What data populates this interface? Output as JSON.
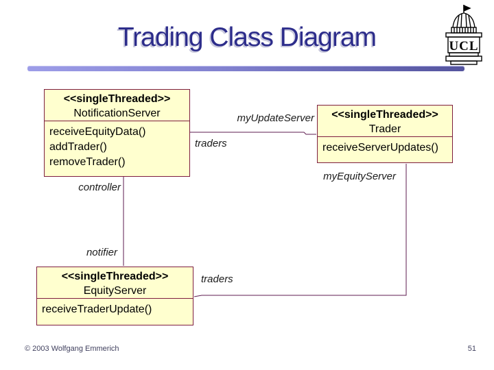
{
  "slide": {
    "title": "Trading Class Diagram",
    "logo_text": "UCL",
    "footer": {
      "copyright": "© 2003 Wolfgang Emmerich",
      "page_number": "51"
    }
  },
  "diagram": {
    "classes": [
      {
        "stereotype": "<<singleThreaded>>",
        "name": "NotificationServer",
        "operations": [
          "receiveEquityData()",
          "addTrader()",
          "removeTrader()"
        ]
      },
      {
        "stereotype": "<<singleThreaded>>",
        "name": "Trader",
        "operations": [
          "receiveServerUpdates()"
        ]
      },
      {
        "stereotype": "<<singleThreaded>>",
        "name": "EquityServer",
        "operations": [
          "receiveTraderUpdate()"
        ]
      }
    ],
    "labels": {
      "my_update_server": "myUpdateServer",
      "traders_top": "traders",
      "controller": "controller",
      "notifier": "notifier",
      "my_equity_server": "myEquityServer",
      "traders_bottom": "traders"
    },
    "colors": {
      "box_fill": "#ffffcf",
      "box_border": "#7d1c3e",
      "connector_line": "#5e1b4f",
      "title_text": "#2d2d8b",
      "title_bar_light": "#9d9de8",
      "title_bar_dark": "#54549e",
      "footer_text": "#40405e"
    }
  }
}
